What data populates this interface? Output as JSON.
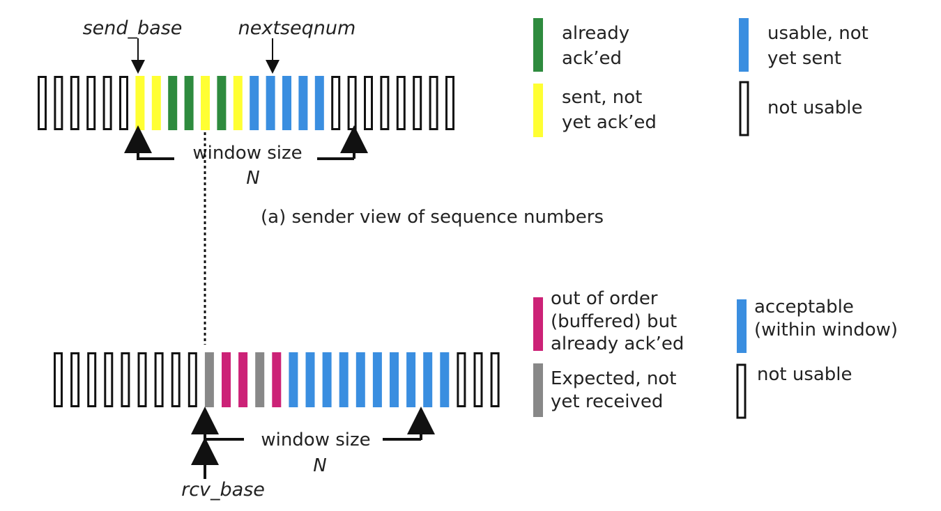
{
  "colors": {
    "acked": "#2e8b3e",
    "sent": "#ffff33",
    "usable": "#3a8ee0",
    "buffered": "#cc2277",
    "expected": "#888888",
    "outline": "#111111",
    "background": "#ffffff"
  },
  "sender": {
    "slots": [
      "n",
      "n",
      "n",
      "n",
      "n",
      "n",
      "s",
      "s",
      "a",
      "a",
      "s",
      "a",
      "s",
      "u",
      "u",
      "u",
      "u",
      "u",
      "n",
      "n",
      "n",
      "n",
      "n",
      "n",
      "n",
      "n"
    ],
    "send_base_label": "send_base",
    "nextseqnum_label": "nextseqnum",
    "window_size_label": "window size",
    "window_n_label": "N",
    "caption": "(a) sender view of sequence numbers"
  },
  "sender_legend": [
    {
      "key": "acked",
      "lines": [
        "already",
        "ack’ed"
      ]
    },
    {
      "key": "usable",
      "lines": [
        "usable, not",
        "yet sent"
      ]
    },
    {
      "key": "sent",
      "lines": [
        "sent, not",
        "yet ack’ed"
      ]
    },
    {
      "key": "none",
      "lines": [
        "not usable"
      ]
    }
  ],
  "receiver": {
    "slots": [
      "n",
      "n",
      "n",
      "n",
      "n",
      "n",
      "n",
      "n",
      "n",
      "e",
      "b",
      "b",
      "e",
      "b",
      "r",
      "r",
      "r",
      "r",
      "r",
      "r",
      "r",
      "r",
      "r",
      "r",
      "n",
      "n",
      "n"
    ],
    "rcv_base_label": "rcv_base",
    "window_size_label": "window size",
    "window_n_label": "N"
  },
  "receiver_legend": [
    {
      "key": "buffered",
      "lines": [
        "out of order",
        "(buffered) but",
        "already ack’ed"
      ]
    },
    {
      "key": "acceptable",
      "lines": [
        "acceptable",
        "(within window)"
      ]
    },
    {
      "key": "expected",
      "lines": [
        "Expected,  not",
        "yet received"
      ]
    },
    {
      "key": "none",
      "lines": [
        "not usable"
      ]
    }
  ]
}
